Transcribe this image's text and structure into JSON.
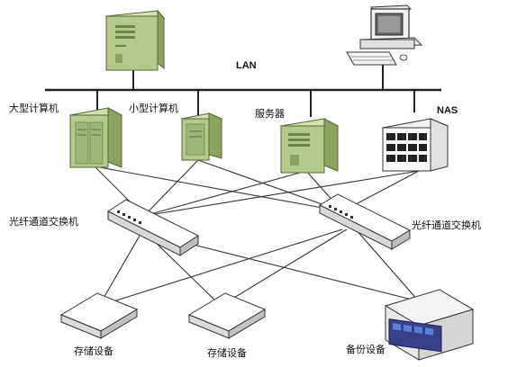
{
  "network": {
    "lan_label": "LAN",
    "nas_label": "NAS"
  },
  "servers": {
    "mainframe_label": "大型计算机",
    "minicomputer_label": "小型计算机",
    "server_label": "服务器"
  },
  "switches": {
    "left_label": "光纤通道交换机",
    "right_label": "光纤通道交换机"
  },
  "storage": {
    "storage1_label": "存储设备",
    "storage2_label": "存储设备",
    "backup_label": "备份设备"
  },
  "colors": {
    "server_green": "#b5c98c",
    "server_green_dark": "#7f9a55",
    "lan_line": "#222222",
    "link_line": "#333333",
    "backup_panel": "#3a3f8a",
    "backup_led": "#5a7fd6"
  },
  "icons": [
    "server-tower-icon",
    "desktop-computer-icon",
    "nas-icon",
    "fc-switch-icon",
    "storage-box-icon",
    "tape-backup-icon"
  ]
}
